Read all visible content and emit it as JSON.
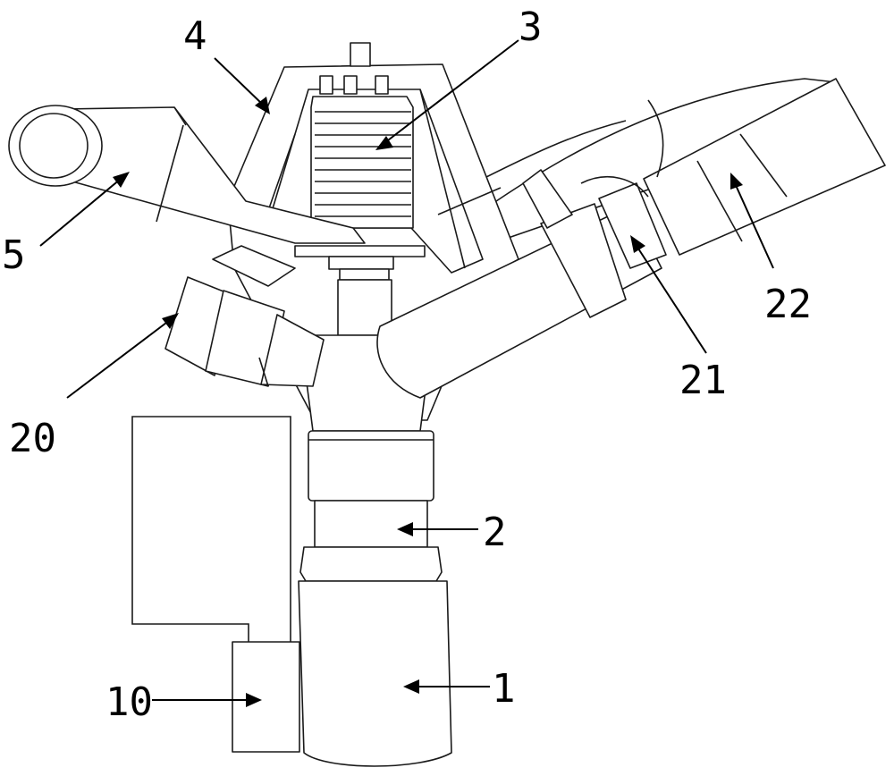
{
  "labels": {
    "l1": "1",
    "l2": "2",
    "l3": "3",
    "l4": "4",
    "l5": "5",
    "l10": "10",
    "l20": "20",
    "l21": "21",
    "l22": "22"
  }
}
